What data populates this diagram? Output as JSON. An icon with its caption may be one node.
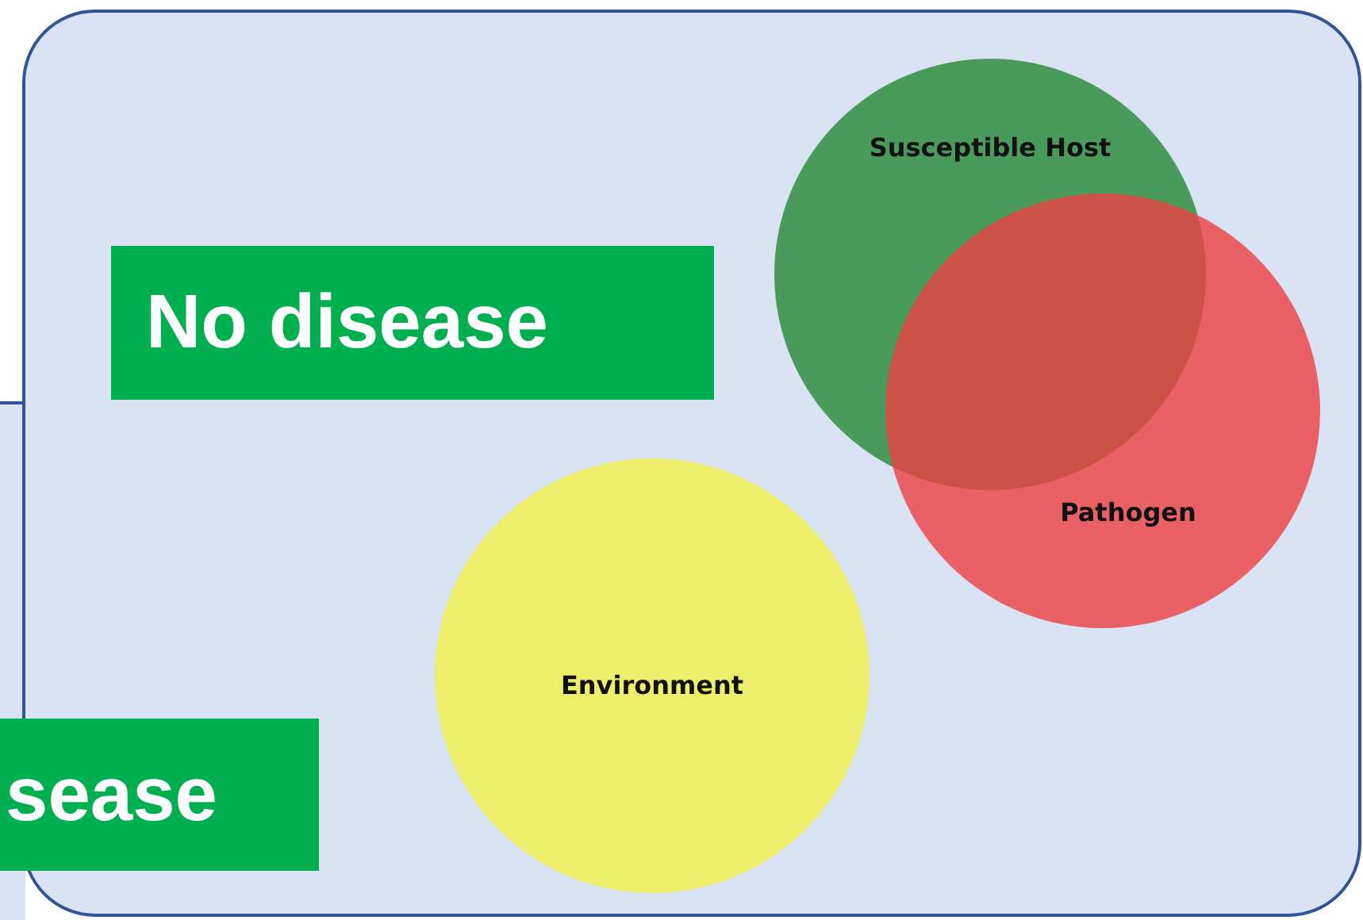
{
  "diagram": {
    "nodes": [
      {
        "text": [],
        "shape": "box"
      },
      {
        "text": [],
        "shape": "box"
      },
      {
        "text": [
          "No disease"
        ],
        "in": 1
      },
      {
        "text": [
          "Susceptible Host"
        ],
        "in": 1
      },
      {
        "text": [
          "Pathogen"
        ],
        "in": 1
      },
      {
        "text": [
          "Environment"
        ],
        "in": 1
      },
      {
        "text": [
          "sease"
        ]
      }
    ]
  }
}
